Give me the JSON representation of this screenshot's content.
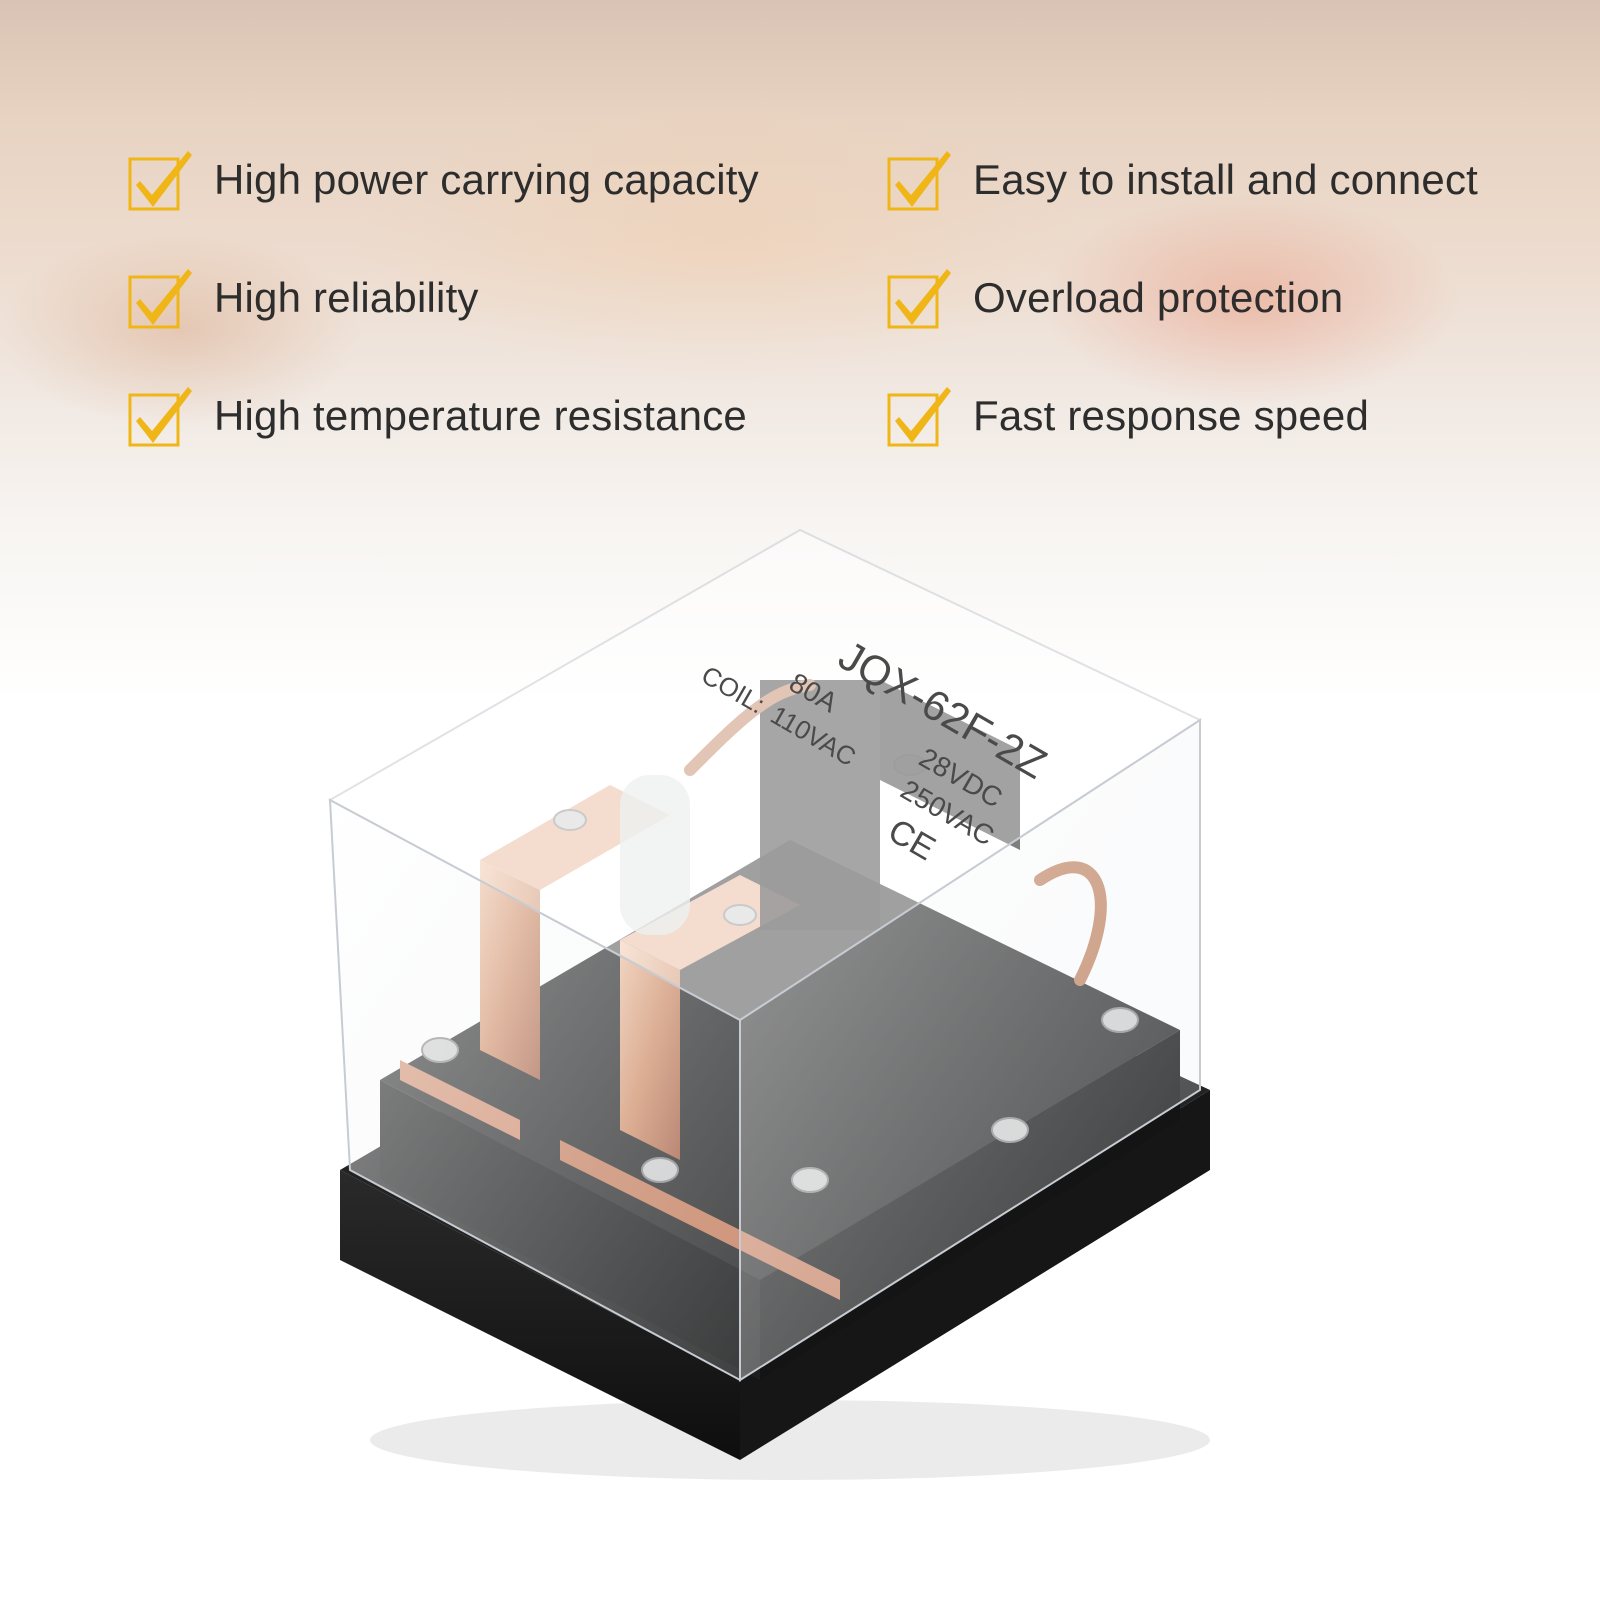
{
  "features": {
    "left": [
      {
        "label": "High power carrying capacity",
        "icon": "checkmark-box-icon"
      },
      {
        "label": "High reliability",
        "icon": "checkmark-box-icon"
      },
      {
        "label": "High temperature resistance",
        "icon": "checkmark-box-icon"
      }
    ],
    "right": [
      {
        "label": "Easy to install and connect",
        "icon": "checkmark-box-icon"
      },
      {
        "label": "Overload protection",
        "icon": "checkmark-box-icon"
      },
      {
        "label": "Fast response speed",
        "icon": "checkmark-box-icon"
      }
    ]
  },
  "relay": {
    "model": "JQX-62F-2Z",
    "rating": "80A",
    "dc_rating": "28VDC",
    "ac_rating": "250VAC",
    "coil_label": "COIL:",
    "coil_value": "110VAC",
    "cert_mark": "CE"
  },
  "colors": {
    "accent": "#f0b617",
    "text": "#2d2d2d"
  }
}
